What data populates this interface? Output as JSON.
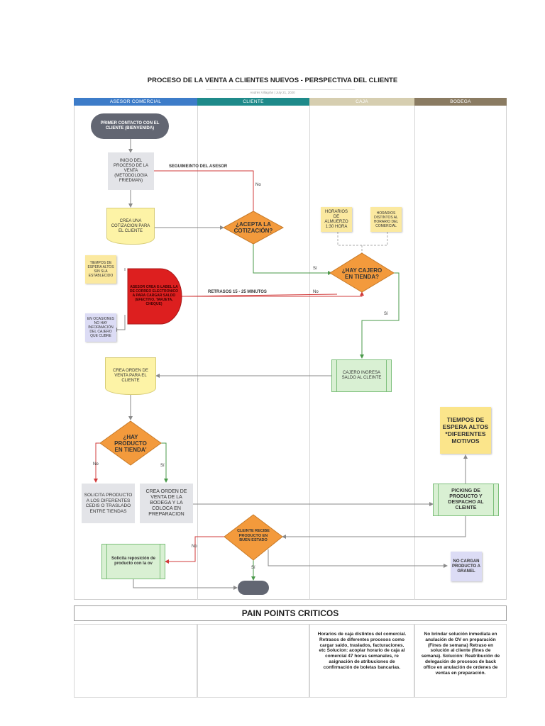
{
  "title": "PROCESO DE LA VENTA A CLIENTES NUEVOS - PERSPECTIVA DEL CLIENTE",
  "subtitle": "Andrés Villagrán | July 21, 2020",
  "lanes": [
    {
      "label": "ASESOR COMERCIAL",
      "color": "#3d7cc9"
    },
    {
      "label": "CLIENTE",
      "color": "#1e8a8a"
    },
    {
      "label": "CAJA",
      "color": "#d6ceb0"
    },
    {
      "label": "BODEGA",
      "color": "#8a7b62"
    }
  ],
  "nodes": {
    "start": "PRIMER CONTACTO CON EL CLIENTE (BIENVENIDA)",
    "inicio": "INICIO DEL PROCESO DE LA VENTA (METODOLOGIA FRIEDMAN)",
    "cotizacion": "CREA UNA COTIZACION PARA EL CLIENTE",
    "acepta": "¿ACEPTA LA COTIZACIÓN?",
    "horarios_caja": "HORARIOS DE ALMUERZO 1:30 HORA",
    "horarios_distintos": "HORARIOS DISTINTOS AL HORARIO DEL COMERCIAL",
    "cajero": "¿HAY CAJERO EN TIENDA?",
    "tiempos_nota": "TIEMPOS DE ESPERA ALTOS SIN SLA ESTABLECIDO",
    "asesor_crea": "ASESOR CREA E-LABEL LA DE CORREO ELECTRONICO A PARA CARGAR SALDO (EFECTIVO, TARJETA, CHEQUE)",
    "ocasiones": "EN OCASIONES NO HAY INFORMACIÓN DEL CAJERO QUE CUBRE",
    "cajero_ingresa": "CAJERO INGRESA SALDO AL CLEINTE",
    "orden_venta": "CREA ORDEN DE VENTA PARA EL CLIENTE",
    "hay_producto": "¿HAY PRODUCTO EN TIENDA'",
    "solicita": "SOLICITA PRODUCTO A LOS DIFERENTES CEDIS O TRASLADO ENTRE TIENDAS",
    "crea_orden_bodega": "CREA ORDEN DE VENTA DE LA BODEGA Y LA COLOCA EN PREPARACION",
    "picking": "PICKING DE PRODUCTO Y DESPACHO AL CLEINTE",
    "tiempos_espera": "TIEMPOS DE ESPERA ALTOS *DIFERENTES MOTIVOS",
    "cliente_recibe": "CLEINTE RECIBE PRODUCTO EN BUEN ESTADO",
    "solicita_reposicion": "Solicita reposición de producto con la ov",
    "no_cargan": "NO CARGAN PRODUCTO A GRANEL"
  },
  "labels": {
    "seguimiento": "SEGUIMEINTO DEL ASESOR",
    "no": "No",
    "si": "Sí",
    "retrasos": "RETRASOS 15 - 25 MINUTOS"
  },
  "pain_points": {
    "title": "PAIN POINTS CRITICOS",
    "caja": "Horarios de caja distintos del comercial. Retrasos de diferentes procesos como cargar saldo, traslados, facturaciones. etc Solucion: acoplar horario de caja al comercial 47 horas semanales, re asignación de atribuciones de confirmación de boletas bancarias.",
    "bodega": "No brindar solución inmediata en anulación de OV en preparación (Fines de semana) Retraso en solución al cliente (fines de semana). Solución: Reatribución de delegación de procesos de back office en anulación de ordenes de ventas en preparación."
  },
  "colors": {
    "decision": "#f39a3c",
    "terminator": "#626672",
    "red_shape": "#dd1f1f",
    "arrow_red": "#d23b3b",
    "arrow_green": "#4a9a4a",
    "arrow_gray": "#8a8a8a"
  }
}
